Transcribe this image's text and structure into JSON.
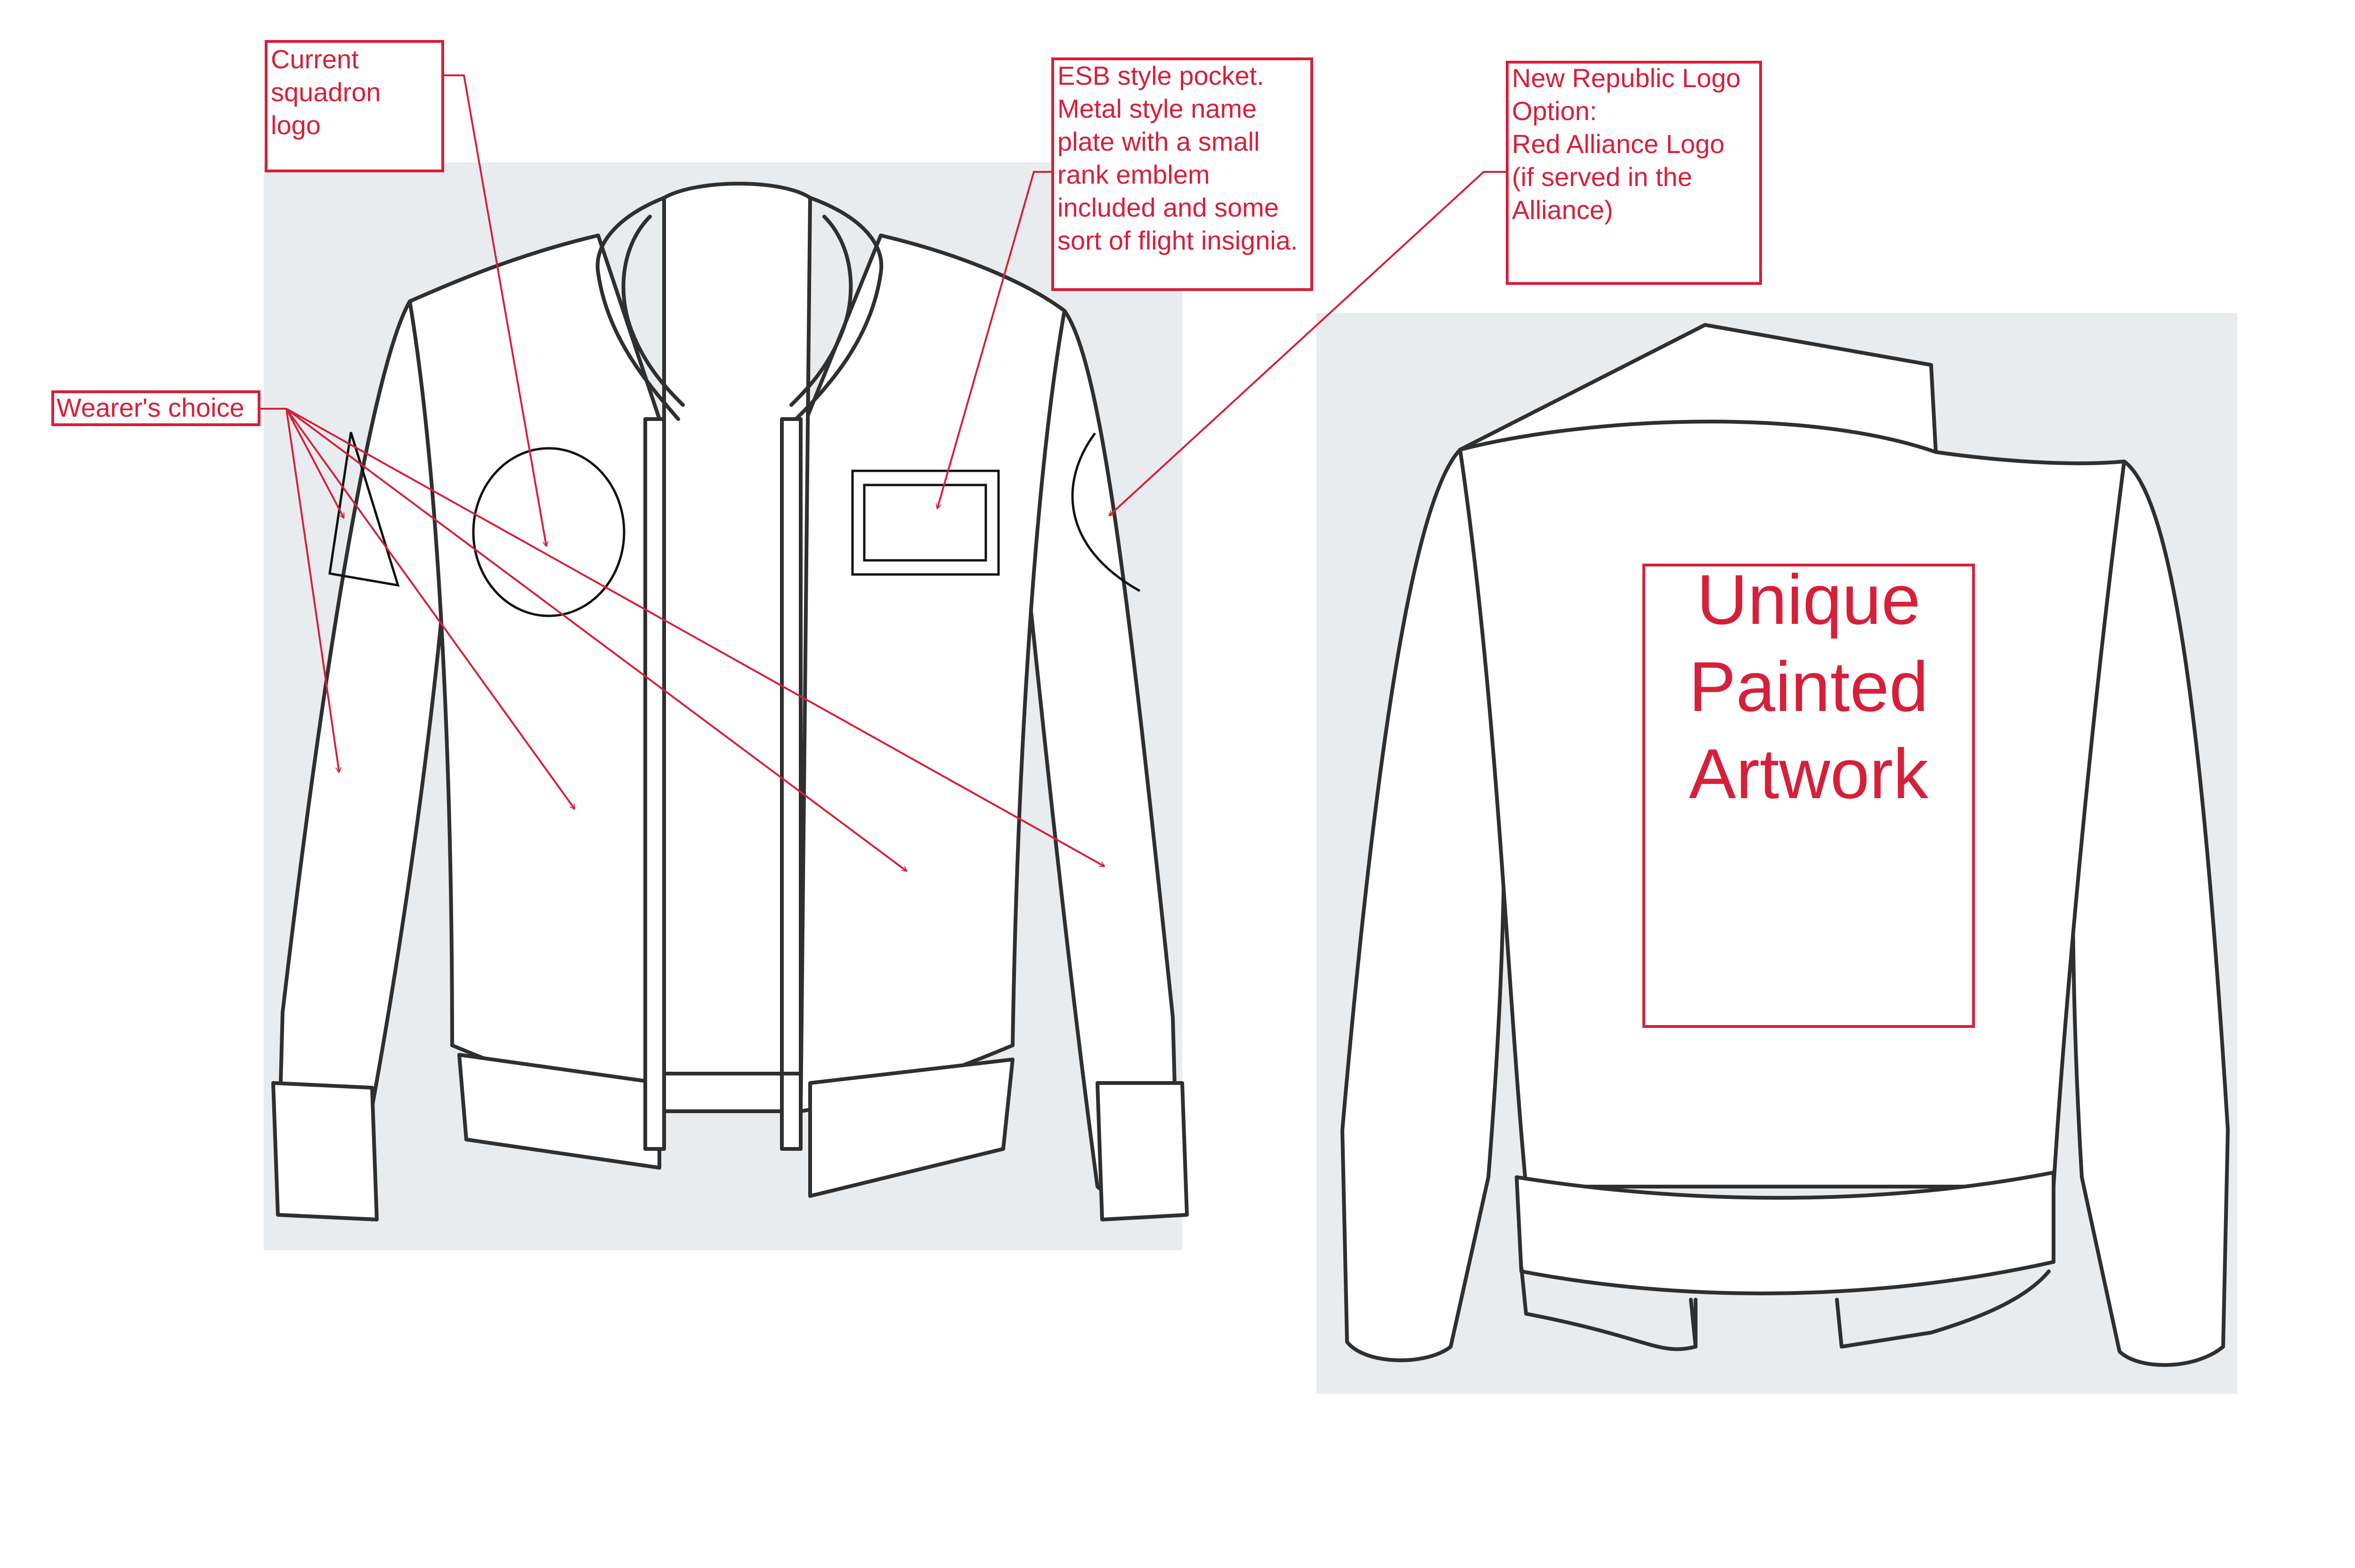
{
  "labels": {
    "squadron": [
      "Current",
      "squadron",
      "logo"
    ],
    "pocket": [
      "ESB style pocket.",
      "Metal style name",
      "plate with a small",
      "rank emblem",
      "included and some",
      "sort of flight insignia."
    ],
    "republic": [
      "New Republic Logo",
      "",
      "Option:",
      "Red Alliance Logo",
      "(if served in the",
      "Alliance)"
    ],
    "wearer": "Wearer's choice",
    "artwork": [
      "Unique",
      "Painted",
      "Artwork"
    ]
  },
  "colors": {
    "annotation": "#d6203a",
    "outline": "#2f2f2f",
    "background_panel": "#e8ecef"
  }
}
